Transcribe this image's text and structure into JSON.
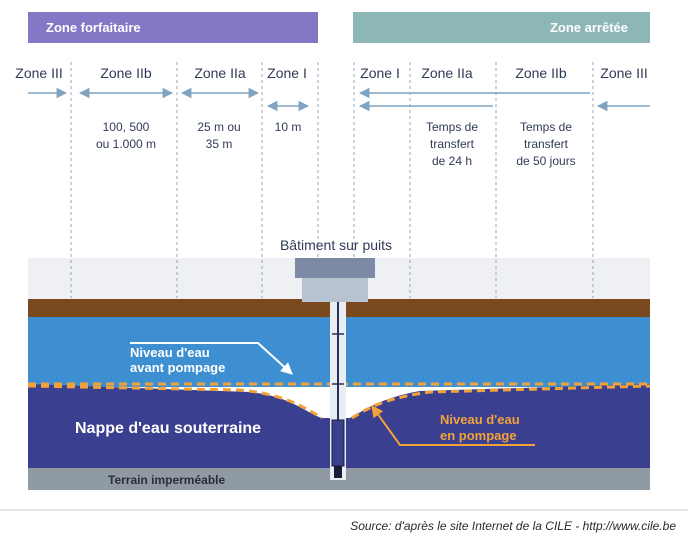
{
  "banners": {
    "left": {
      "label": "Zone forfaitaire",
      "color": "#8477c6"
    },
    "right": {
      "label": "Zone arrêtée",
      "color": "#8db7b6"
    }
  },
  "zones_left": [
    "Zone III",
    "Zone IIb",
    "Zone IIa",
    "Zone I"
  ],
  "zones_right": [
    "Zone I",
    "Zone IIa",
    "Zone IIb",
    "Zone III"
  ],
  "notes": {
    "iib_left": "100, 500\nou 1.000 m",
    "iia_left": "25 m ou\n35 m",
    "i_left": "10 m",
    "iia_right": "Temps de\ntransfert\nde 24 h",
    "iib_right": "Temps de\ntransfert\nde 50 jours"
  },
  "diagram": {
    "building": "Bâtiment sur puits",
    "level_before": [
      "Niveau d'eau",
      "avant pompage"
    ],
    "aquifer": "Nappe d'eau souterraine",
    "level_pumping": [
      "Niveau d'eau",
      "en pompage"
    ],
    "impermeable": "Terrain imperméable"
  },
  "colors": {
    "soil": "#7a4a1e",
    "water_light": "#3d8fd1",
    "aquifer": "#3a3f8f",
    "impermeable": "#8f9aa3",
    "dashed_level": "#f2a23a",
    "text_dark": "#2f3b56"
  },
  "source": "Source: d'après le site Internet de la CILE - http://www.cile.be"
}
